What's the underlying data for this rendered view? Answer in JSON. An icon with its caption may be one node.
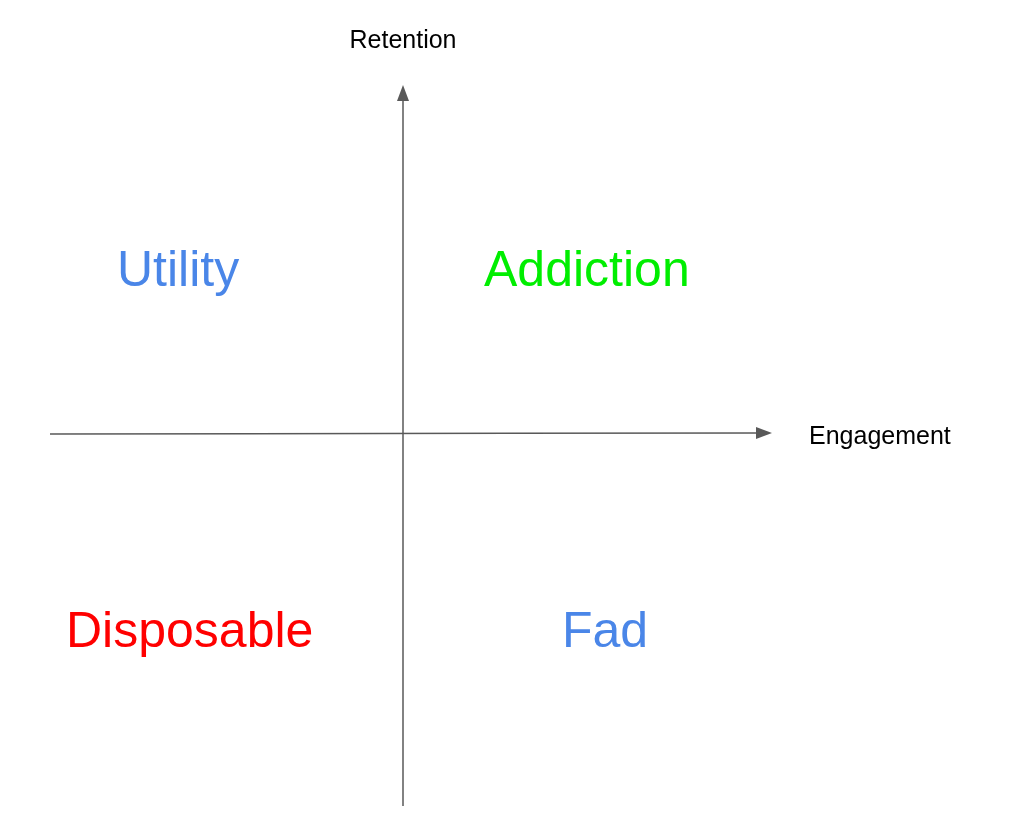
{
  "diagram": {
    "labels": [
      "Retention",
      "Utility",
      "Addiction",
      "Engagement",
      "Disposable",
      "Fad"
    ]
  }
}
